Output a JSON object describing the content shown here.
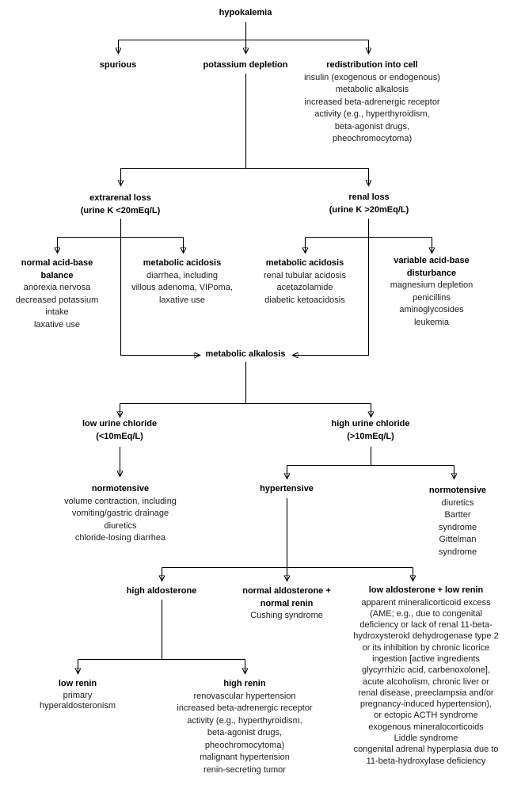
{
  "diagram": {
    "type": "flowchart",
    "subject": "hypokalemia",
    "background_color": "#ffffff",
    "line_color": "#000000",
    "title_text_color": "#000000",
    "body_text_color": "#1c1c1c"
  },
  "nodes": {
    "root": {
      "title": "hypokalemia"
    },
    "spurious": {
      "title": "spurious"
    },
    "potassium_depletion": {
      "title": "potassium depletion"
    },
    "redistribution": {
      "title": "redistribution into cell",
      "body": "insulin (exogenous or endogenous)\nmetabolic alkalosis\nincreased beta-adrenergic receptor\nactivity (e.g., hyperthyroidism,\nbeta-agonist drugs,\npheochromocytoma)"
    },
    "extrarenal_loss": {
      "title": "extrarenal loss\n(urine K <20mEq/L)"
    },
    "renal_loss": {
      "title": "renal loss\n(urine K >20mEq/L)"
    },
    "normal_acid_base": {
      "title": "normal acid-base\nbalance",
      "body": "anorexia nervosa\ndecreased potassium\nintake\nlaxative use"
    },
    "metabolic_acidosis_extrarenal": {
      "title": "metabolic acidosis",
      "body": "diarrhea, including\nvillous adenoma, VIPoma,\nlaxative use"
    },
    "metabolic_acidosis_renal": {
      "title": "metabolic acidosis",
      "body": "renal tubular acidosis\nacetazolamide\ndiabetic ketoacidosis"
    },
    "variable_acid_base": {
      "title": "variable acid-base\ndisturbance",
      "body": "magnesium depletion\npenicillins\naminoglycosides\nleukemia"
    },
    "metabolic_alkalosis": {
      "title": "metabolic alkalosis"
    },
    "low_urine_chloride": {
      "title": "low urine chloride\n(<10mEq/L)"
    },
    "high_urine_chloride": {
      "title": "high urine chloride\n(>10mEq/L)"
    },
    "normotensive_low_cl": {
      "title": "normotensive",
      "body": "volume contraction, including\nvomiting/gastric drainage\ndiuretics\nchloride-losing diarrhea"
    },
    "hypertensive": {
      "title": "hypertensive"
    },
    "normotensive_high_cl": {
      "title": "normotensive",
      "body": "diuretics\nBartter syndrome\nGittelman syndrome"
    },
    "high_aldosterone": {
      "title": "high aldosterone"
    },
    "normal_aldo_renin": {
      "title": "normal aldosterone +\nnormal renin",
      "body": "Cushing syndrome"
    },
    "low_aldo_low_renin": {
      "title": "low aldosterone + low renin",
      "body": "apparent mineralicorticoid excess\n(AME; e.g., due to congenital\ndeficiency or lack of renal 11-beta-\nhydroxysteroid dehydrogenase type 2\nor its inhibition by chronic licorice\ningestion [active ingredients\nglycyrrhizic acid, carbenoxolone],\nacute alcoholism, chronic liver or\nrenal disease, preeclampsia and/or\npregnancy-induced hypertension),\nor ectopic ACTH syndrome\nexogenous mineralocorticoids\nLiddle syndrome\ncongenital adrenal hyperplasia due to\n11-beta-hydroxylase deficiency"
    },
    "low_renin": {
      "title": "low renin",
      "body": "primary\nhyperaldosteronism"
    },
    "high_renin": {
      "title": "high renin",
      "body": "renovascular hypertension\nincreased beta-adrenergic receptor\nactivity (e.g., hyperthyroidism,\nbeta-agonist drugs,\npheochromocytoma)\nmalignant hypertension\nrenin-secreting tumor"
    }
  },
  "edges": [
    {
      "from": "hypokalemia",
      "to": "spurious"
    },
    {
      "from": "hypokalemia",
      "to": "potassium depletion"
    },
    {
      "from": "hypokalemia",
      "to": "redistribution into cell"
    },
    {
      "from": "potassium depletion",
      "to": "extrarenal loss"
    },
    {
      "from": "potassium depletion",
      "to": "renal loss"
    },
    {
      "from": "extrarenal loss",
      "to": "normal acid-base balance"
    },
    {
      "from": "extrarenal loss",
      "to": "metabolic acidosis"
    },
    {
      "from": "extrarenal loss",
      "to": "metabolic alkalosis"
    },
    {
      "from": "renal loss",
      "to": "metabolic acidosis"
    },
    {
      "from": "renal loss",
      "to": "variable acid-base disturbance"
    },
    {
      "from": "renal loss",
      "to": "metabolic alkalosis"
    },
    {
      "from": "metabolic alkalosis",
      "to": "low urine chloride"
    },
    {
      "from": "metabolic alkalosis",
      "to": "high urine chloride"
    },
    {
      "from": "low urine chloride",
      "to": "normotensive"
    },
    {
      "from": "high urine chloride",
      "to": "hypertensive"
    },
    {
      "from": "high urine chloride",
      "to": "normotensive"
    },
    {
      "from": "hypertensive",
      "to": "high aldosterone"
    },
    {
      "from": "hypertensive",
      "to": "normal aldosterone + normal renin"
    },
    {
      "from": "hypertensive",
      "to": "low aldosterone + low renin"
    },
    {
      "from": "high aldosterone",
      "to": "low renin"
    },
    {
      "from": "high aldosterone",
      "to": "high renin"
    }
  ]
}
